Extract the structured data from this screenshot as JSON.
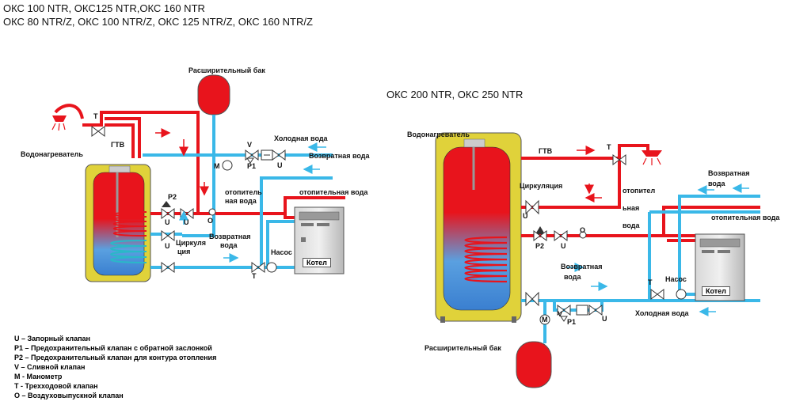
{
  "header": {
    "line1": "ОКС 100 NTR, ОКС125 NTR,ОКС 160 NTR",
    "line2": "ОКС 80 NTR/Z, ОКС 100 NTR/Z, ОКС 125 NTR/Z, ОКС 160 NTR/Z"
  },
  "left": {
    "expansion_tank": "Расширительный бак",
    "water_heater": "Водонагреватель",
    "hot_water": "ГТВ",
    "cold_water": "Холодная вода",
    "return_water_top": "Возвратная вода",
    "heating_water_pipe": "отопительная вода",
    "heating_water_side_1": "отопитель",
    "heating_water_side_2": "ная вода",
    "circulation_1": "Циркуля",
    "circulation_2": "ция",
    "return_water_bottom_1": "Возвратная",
    "return_water_bottom_2": "вода",
    "pump": "Насос",
    "boiler": "Котел",
    "t_top": "T",
    "t_bottom": "T",
    "p2": "P2",
    "u1": "U",
    "u2": "U",
    "u3": "U",
    "u4": "U",
    "o": "O",
    "m": "M",
    "p1": "P1",
    "v": "V"
  },
  "right": {
    "title": "ОКС 200 NTR, ОКС 250 NTR",
    "water_heater": "Водонагреватель",
    "hot_water": "ГТВ",
    "circulation": "Циркуляция",
    "return_water_top_1": "Возвратная",
    "return_water_top_2": "вода",
    "heating_side_1": "отопител",
    "heating_side_2": "ьная",
    "heating_side_3": "вода",
    "heating_water_pipe": "отопительная вода",
    "return_water_mid_1": "Возвратная",
    "return_water_mid_2": "вода",
    "pump": "Насос",
    "boiler": "Котел",
    "cold_water": "Холодная вода",
    "expansion_tank": "Расширительный бак",
    "t_top": "T",
    "t_bottom": "T",
    "p2": "P2",
    "u1": "U",
    "u2": "U",
    "u3": "U",
    "o": "O",
    "m": "M",
    "p1": "P1",
    "v": "V"
  },
  "legend": [
    "U – Запорный клапан",
    "P1 – Предохранительный клапан с обратной заслонкой",
    "P2 – Предохранительный клапан для контура отопления",
    "V – Сливной клапан",
    "M - Манометр",
    "T - Трехходовой клапан",
    "O – Воздуховыпускной клапан"
  ],
  "colors": {
    "hot": "#e8141c",
    "cold": "#3ab8e8",
    "tank": "#e0d23a",
    "arrow_red": "#e8141c",
    "arrow_blue": "#3ab8e8"
  }
}
